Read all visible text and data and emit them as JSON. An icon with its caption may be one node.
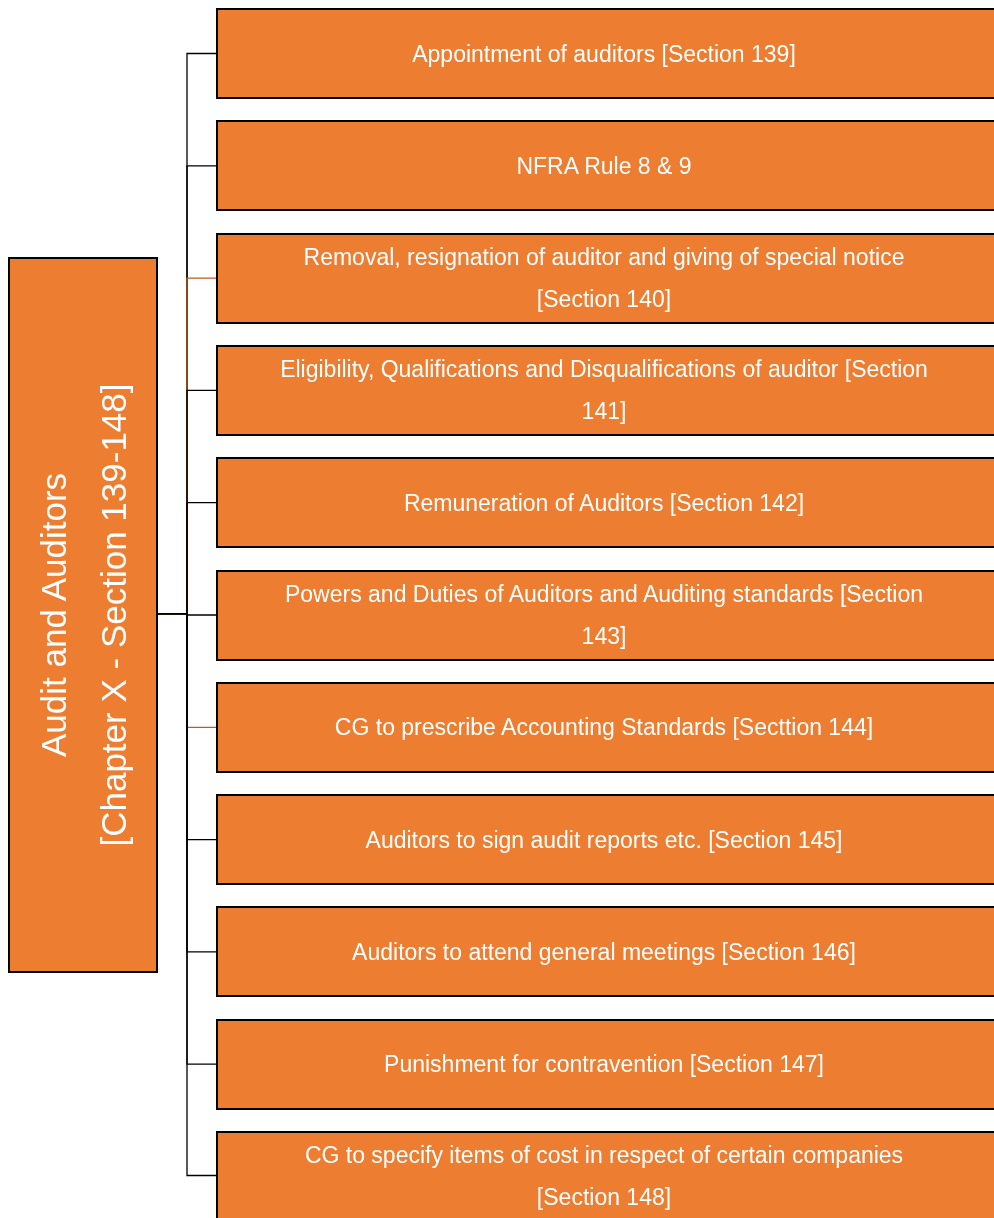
{
  "diagram": {
    "nodes": [
      {
        "text": [
          "Audit and Auditors",
          "[Chapter X - Section 139-148]"
        ]
      },
      {
        "text": [
          "Appointment of auditors [Section 139]"
        ]
      },
      {
        "text": [
          "NFRA Rule 8 & 9"
        ]
      },
      {
        "text": [
          "Removal, resignation of auditor and giving of special notice [Section 140]"
        ]
      },
      {
        "text": [
          "Eligibility, Qualifications and Disqualifications of auditor [Section 141]"
        ]
      },
      {
        "text": [
          "Remuneration of Auditors [Section 142]"
        ]
      },
      {
        "text": [
          "Powers and Duties of Auditors and Auditing standards [Section 143]"
        ]
      },
      {
        "text": [
          "CG to prescribe Accounting Standards [Secttion 144]"
        ]
      },
      {
        "text": [
          "Auditors to sign audit reports etc. [Section 145]"
        ]
      },
      {
        "text": [
          "Auditors to attend general meetings [Section 146]"
        ]
      },
      {
        "text": [
          "Punishment for contravention [Section 147]"
        ]
      },
      {
        "text": [
          "CG to specify items of cost in respect of certain companies [Section 148]"
        ]
      }
    ],
    "edges": [
      {
        "from": 0,
        "to": 1,
        "arrow": "none"
      },
      {
        "from": 0,
        "to": 2,
        "arrow": "none"
      },
      {
        "from": 0,
        "to": 3,
        "arrow": "none",
        "color": "#c55a11"
      },
      {
        "from": 0,
        "to": 4,
        "arrow": "none"
      },
      {
        "from": 0,
        "to": 5,
        "arrow": "none"
      },
      {
        "from": 0,
        "to": 6,
        "arrow": "none"
      },
      {
        "from": 0,
        "to": 7,
        "arrow": "none",
        "color": "#c55a11"
      },
      {
        "from": 0,
        "to": 8,
        "arrow": "none"
      },
      {
        "from": 0,
        "to": 9,
        "arrow": "none"
      },
      {
        "from": 0,
        "to": 10,
        "arrow": "none"
      },
      {
        "from": 0,
        "to": 11,
        "arrow": "none"
      }
    ]
  }
}
